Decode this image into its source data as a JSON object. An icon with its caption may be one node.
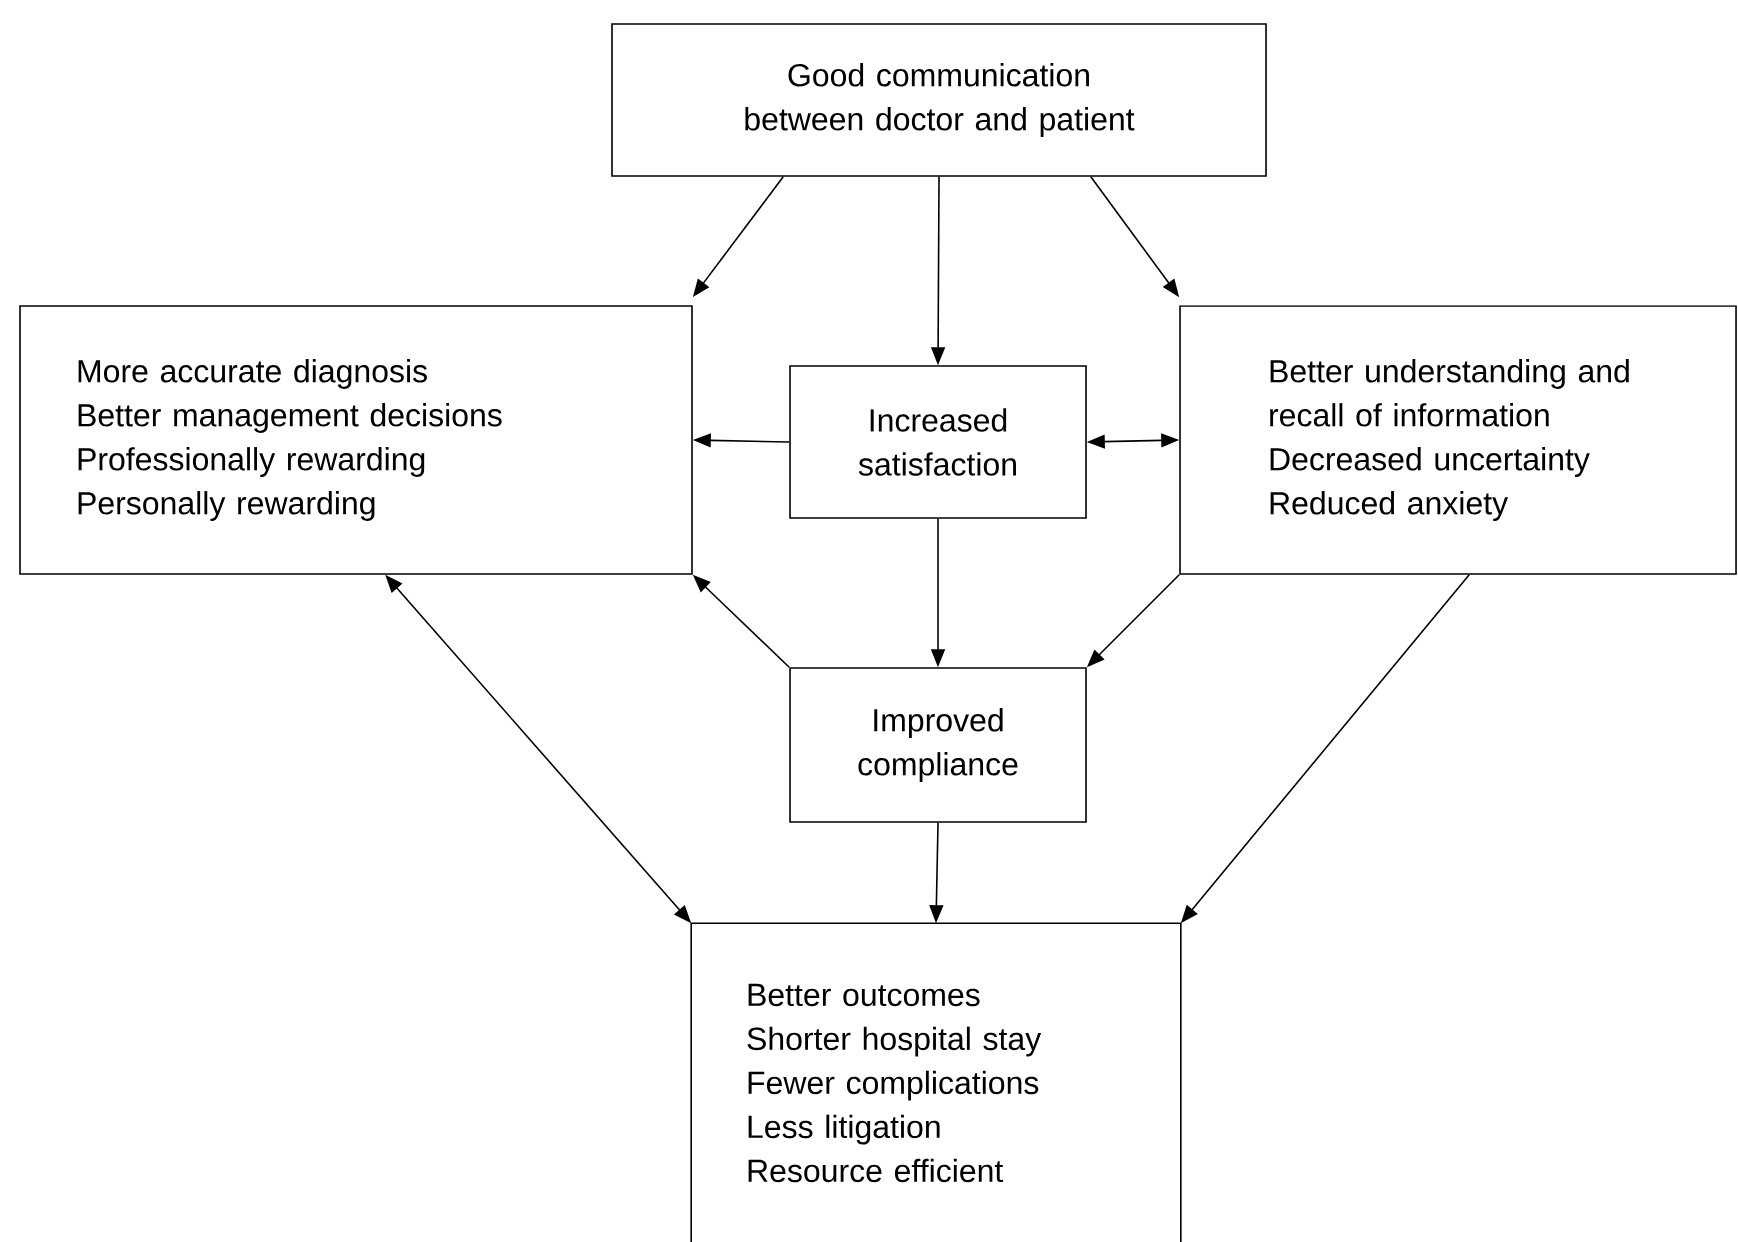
{
  "diagram": {
    "nodes": [
      {
        "text": [
          "Good communication between doctor and patient"
        ]
      },
      {
        "text": [
          "More accurate diagnosis",
          "Better management decisions",
          "Professionally rewarding",
          "Personally rewarding"
        ]
      },
      {
        "text": [
          "Increased satisfaction"
        ]
      },
      {
        "text": [
          "Better understanding and recall of information",
          "Decreased uncertainty",
          "Reduced anxiety"
        ]
      },
      {
        "text": [
          "Improved compliance"
        ]
      },
      {
        "text": [
          "Better outcomes",
          "Shorter hospital stay",
          "Fewer complications",
          "Less litigation",
          "Resource efficient"
        ]
      }
    ],
    "edges": [
      {
        "from": 0,
        "to": 1,
        "arrow": "to"
      },
      {
        "from": 0,
        "to": 2,
        "arrow": "to"
      },
      {
        "from": 0,
        "to": 3,
        "arrow": "to"
      },
      {
        "from": 2,
        "to": 1,
        "arrow": "to"
      },
      {
        "from": 2,
        "to": 3,
        "arrow": "both"
      },
      {
        "from": 2,
        "to": 4,
        "arrow": "to"
      },
      {
        "from": 4,
        "to": 1,
        "arrow": "to"
      },
      {
        "from": 3,
        "to": 4,
        "arrow": "to"
      },
      {
        "from": 1,
        "to": 5,
        "arrow": "both"
      },
      {
        "from": 4,
        "to": 5,
        "arrow": "to"
      },
      {
        "from": 3,
        "to": 5,
        "arrow": "to"
      }
    ]
  }
}
